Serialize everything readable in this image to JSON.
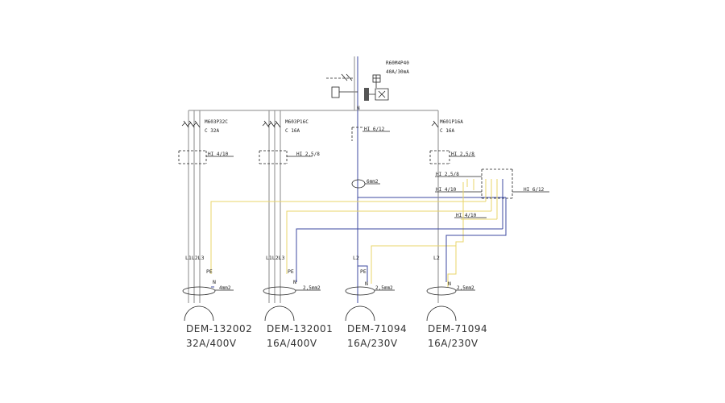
{
  "rcd": {
    "model": "R60M4P40",
    "rating": "40A/30mA"
  },
  "bus_n_label": "N",
  "breakers": {
    "b1": {
      "model": "M603P32C",
      "curve": "C 32A",
      "cable": "HI 4/10"
    },
    "b2": {
      "model": "M603P16C",
      "curve": "C 16A",
      "cable": "HI 2,5/8"
    },
    "n_cable": "HI 6/12",
    "b4": {
      "model": "M601P16A",
      "curve": "C 16A",
      "cable": "HI 2,5/8"
    }
  },
  "pe": {
    "main_conductor": "6mm2",
    "box_in_cable": "HI 2,5/8",
    "box_left_cable": "HI 4/10",
    "box_right_cable": "HI 6/12",
    "lower_cable": "HI 4/10"
  },
  "sockets": [
    {
      "phases": [
        "L1",
        "L2",
        "L3"
      ],
      "pe": "PE",
      "n": "N",
      "section": "4mm2",
      "code": "DEM-132002",
      "rating": "32A/400V"
    },
    {
      "phases": [
        "L1",
        "L2",
        "L3"
      ],
      "pe": "PE",
      "n": "N",
      "section": "2,5mm2",
      "code": "DEM-132001",
      "rating": "16A/400V"
    },
    {
      "phases": [
        "L2"
      ],
      "pe": "PE",
      "n": "N",
      "section": "2,5mm2",
      "code": "DEM-71094",
      "rating": "16A/230V"
    },
    {
      "phases": [
        "L2"
      ],
      "pe": "PE",
      "n": "N",
      "section": "2,5mm2",
      "code": "DEM-71094",
      "rating": "16A/230V"
    }
  ],
  "colors": {
    "phase": "#8a8a8a",
    "neutral": "#3c4aa0",
    "earth": "#e8d46a",
    "ink": "#222222"
  }
}
